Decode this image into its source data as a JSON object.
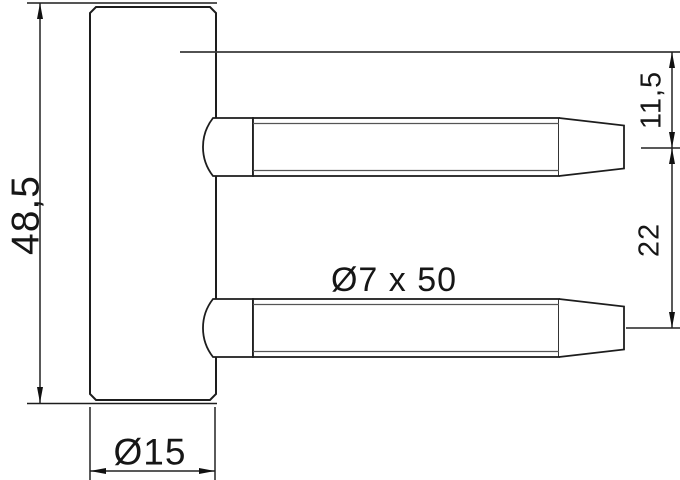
{
  "drawing": {
    "type": "technical-dimension-drawing",
    "part": "hinge body with two fastening pins",
    "background_color": "#ffffff",
    "line_color": "#1d1d1d",
    "labels": {
      "overall_height": "48,5",
      "body_diameter": "Ø15",
      "pin_spec": "Ø7 x 50",
      "top_offset": "11,5",
      "pin_spacing": "22"
    }
  }
}
